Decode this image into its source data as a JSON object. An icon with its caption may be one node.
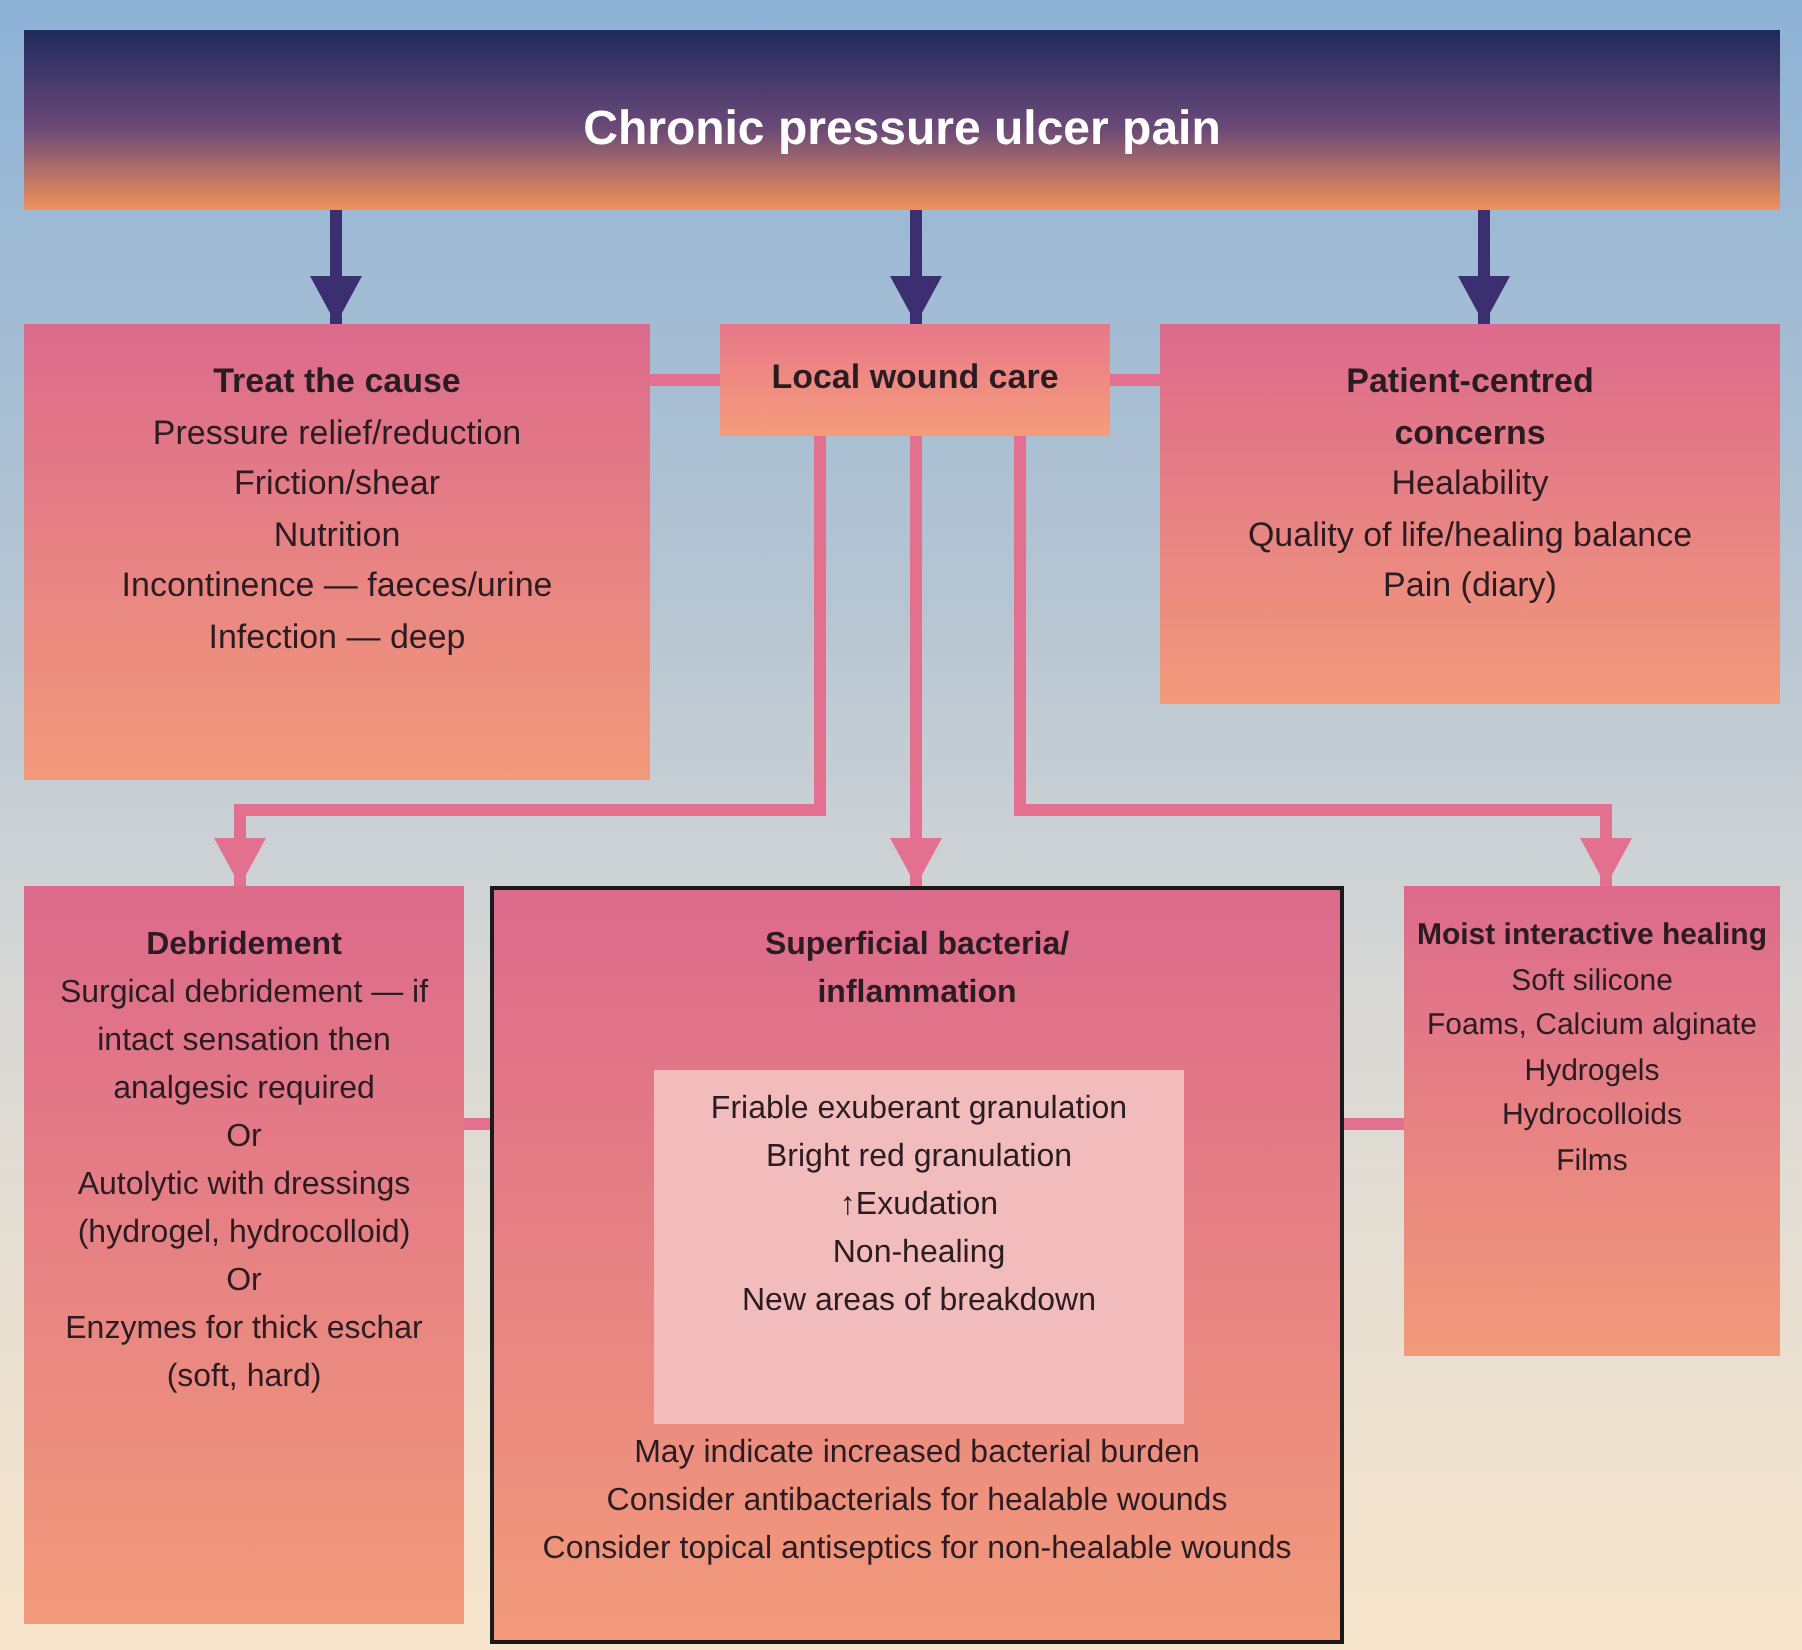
{
  "diagram": {
    "nodes": [
      {
        "text": [
          "Chronic pressure ulcer pain"
        ]
      },
      {
        "text": [
          "Treat the cause",
          "Pressure relief/reduction",
          "Friction/shear",
          "Nutrition",
          "Incontinence — faeces/urine",
          "Infection — deep"
        ]
      },
      {
        "text": [
          "Local wound care"
        ]
      },
      {
        "text": [
          "Patient-centred concerns",
          "Healability",
          "Quality of life/healing balance",
          "Pain (diary)"
        ]
      },
      {
        "text": [
          "Debridement",
          "Surgical debridement — if intact sensation then analgesic required",
          "Or",
          "Autolytic with dressings (hydrogel, hydrocolloid)",
          "Or",
          "Enzymes for thick eschar (soft, hard)"
        ]
      },
      {
        "text": [
          "Superficial bacteria/ inflammation",
          "May indicate increased bacterial burden",
          "Consider antibacterials for healable wounds",
          "Consider topical antiseptics for non-healable wounds"
        ]
      },
      {
        "text": [
          "Friable exuberant granulation",
          "Bright red granulation",
          "↑Exudation",
          "Non-healing",
          "New areas of breakdown"
        ],
        "in": 5
      },
      {
        "text": [
          "Moist interactive healing",
          "Soft silicone",
          "Foams, Calcium alginate",
          "Hydrogels",
          "Hydrocolloids",
          "Films"
        ]
      }
    ],
    "edges": [
      {
        "from": 0,
        "to": 1,
        "arrow": "to",
        "color": "#3b2f72"
      },
      {
        "from": 0,
        "to": 2,
        "arrow": "to",
        "color": "#3b2f72"
      },
      {
        "from": 0,
        "to": 3,
        "arrow": "to",
        "color": "#3b2f72"
      },
      {
        "from": 2,
        "to": 1,
        "arrow": "none"
      },
      {
        "from": 2,
        "to": 3,
        "arrow": "none"
      },
      {
        "from": 2,
        "to": 4,
        "arrow": "to"
      },
      {
        "from": 2,
        "to": 5,
        "arrow": "to"
      },
      {
        "from": 2,
        "to": 7,
        "arrow": "to"
      },
      {
        "from": 4,
        "to": 5,
        "arrow": "none"
      },
      {
        "from": 5,
        "to": 7,
        "arrow": "none"
      }
    ]
  }
}
